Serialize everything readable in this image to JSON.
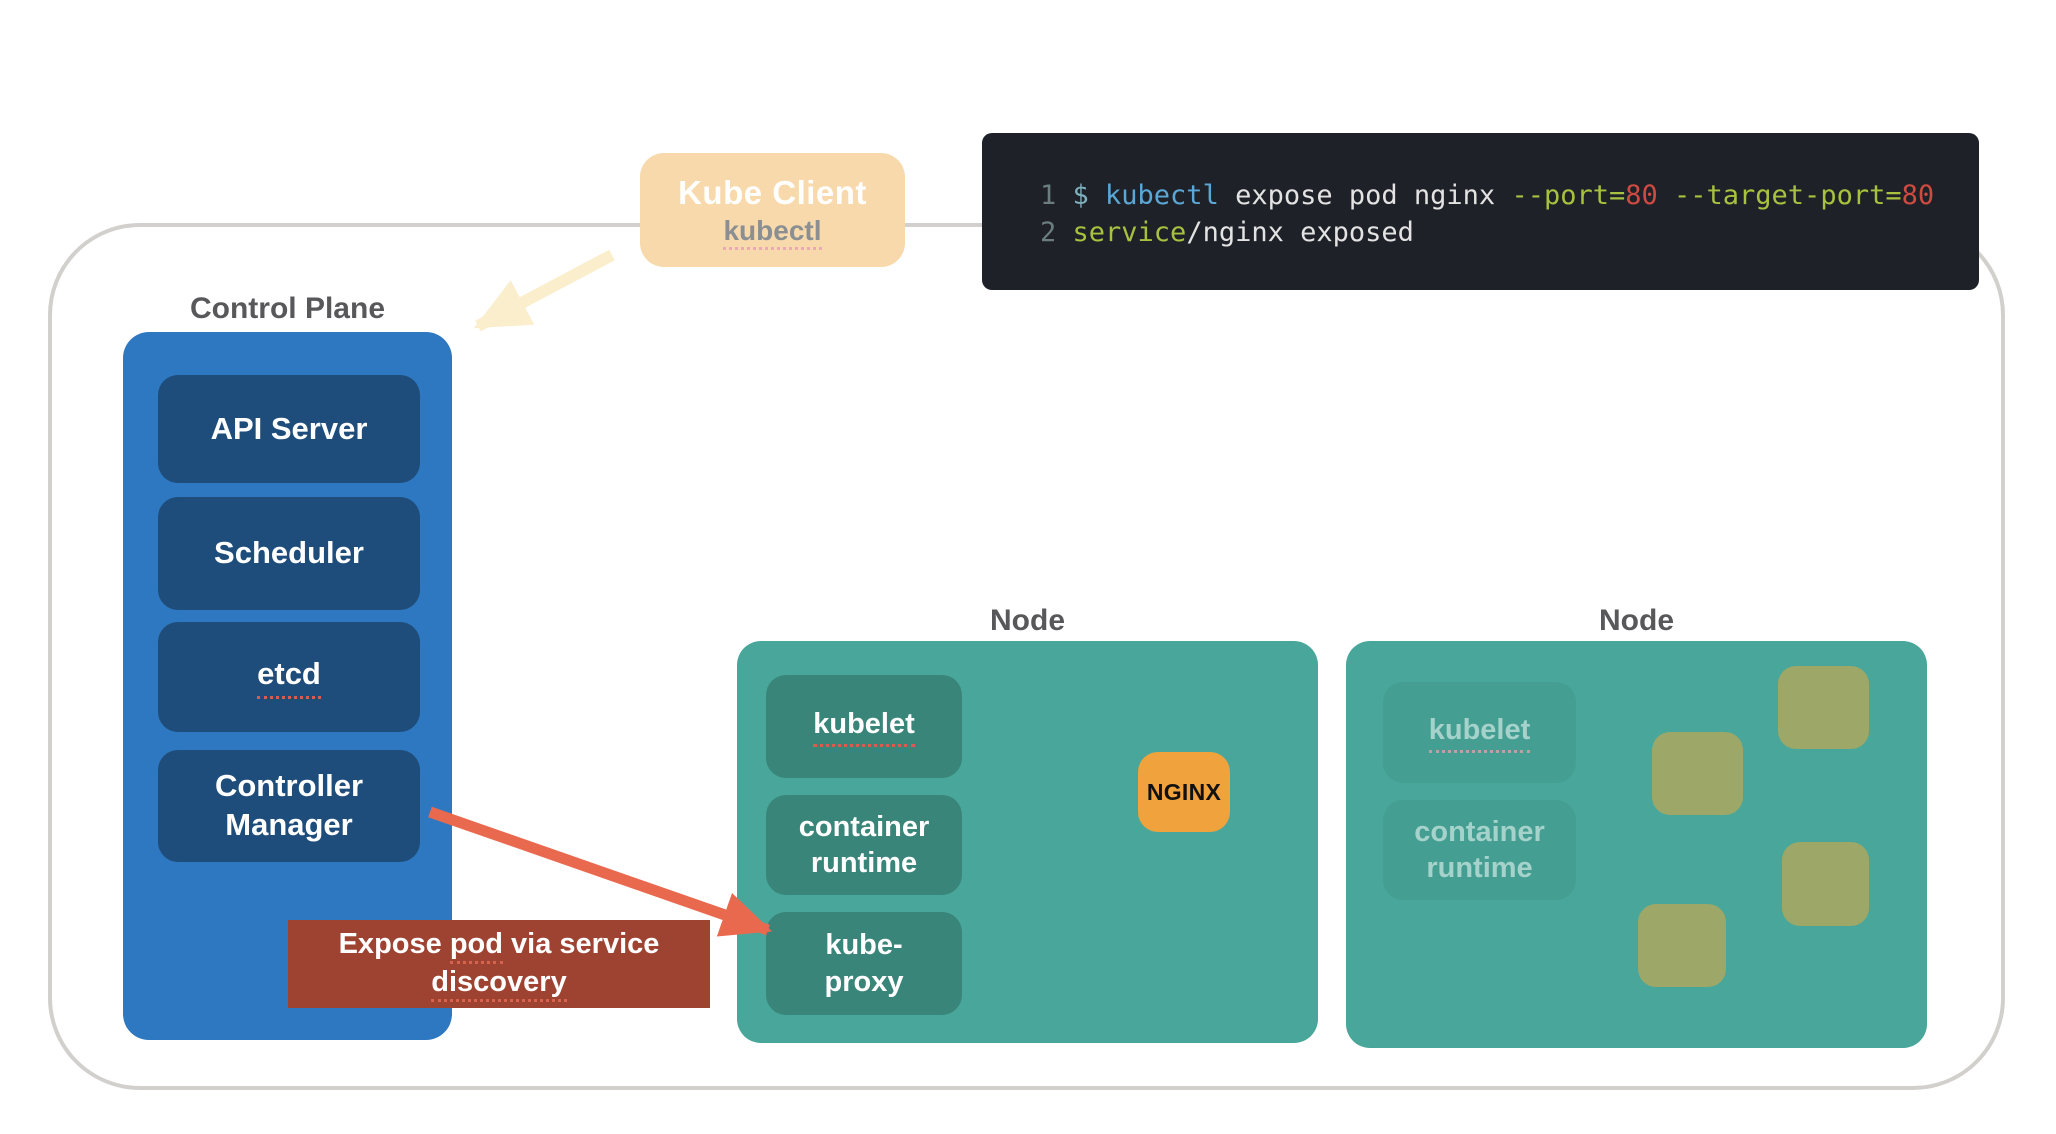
{
  "client": {
    "title": "Kube Client",
    "subtitle": "kubectl"
  },
  "terminal": {
    "line1": {
      "num": "1 ",
      "prompt": "$ ",
      "cmd": "kubectl",
      "args": " expose pod nginx ",
      "flag1": "--port=",
      "val1": "80",
      "sep": " ",
      "flag2": "--target-port=",
      "val2": "80"
    },
    "line2": {
      "num": "2 ",
      "keyword": "service",
      "rest": "/nginx exposed"
    }
  },
  "control_plane": {
    "label": "Control Plane",
    "items": {
      "api_server": "API Server",
      "scheduler": "Scheduler",
      "etcd": "etcd",
      "controller_manager": "Controller Manager"
    }
  },
  "annotation": {
    "line1_pre": "Expose ",
    "line1_word": "pod",
    "line1_post": " via service",
    "line2": "discovery"
  },
  "node1": {
    "label": "Node",
    "items": {
      "kubelet": "kubelet",
      "container_runtime": "container runtime",
      "kube_proxy": "kube-proxy"
    },
    "pod_label": "NGINX"
  },
  "node2": {
    "label": "Node",
    "items": {
      "kubelet": "kubelet",
      "container_runtime": "container runtime"
    }
  },
  "colors": {
    "control_plane_bg": "#2e78c1",
    "control_plane_item_bg": "#1e4d7b",
    "node_bg": "#48a79a",
    "node_item_bg": "#3a8579",
    "node2_item_bg": "#459e92",
    "pod_olive": "#9ca768",
    "nginx_orange": "#f0a23c",
    "client_bg": "#f8d9ab",
    "annotation_bg": "#9e4231",
    "arrow_red": "#e9694f",
    "arrow_cream": "#faeecd",
    "terminal_bg": "#1e2127"
  }
}
